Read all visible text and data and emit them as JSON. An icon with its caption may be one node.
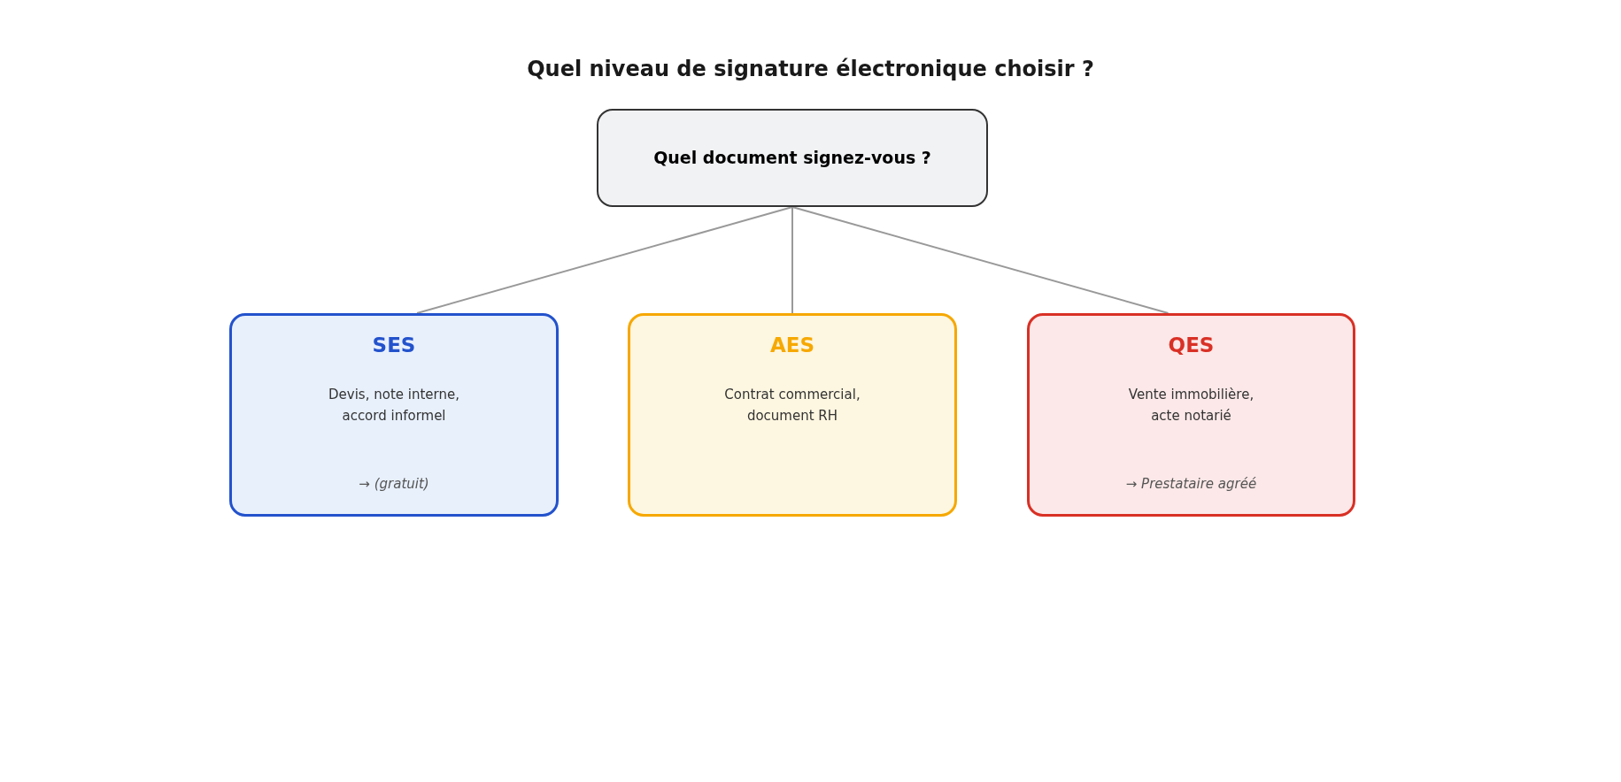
{
  "diagram": {
    "title": "Quel niveau de signature électronique choisir ?",
    "nodes": [
      {
        "text": [
          "Quel document signez-vous ?"
        ]
      },
      {
        "text": [
          "SES",
          "Devis, note interne, accord informel",
          "→ (gratuit)"
        ]
      },
      {
        "text": [
          "AES",
          "Contrat commercial, document RH"
        ]
      },
      {
        "text": [
          "QES",
          "Vente immobilière, acte notarié",
          "→ Prestataire agréé"
        ]
      }
    ],
    "edges": [
      {
        "from": 0,
        "to": 1,
        "arrow": "none"
      },
      {
        "from": 0,
        "to": 2,
        "arrow": "none"
      },
      {
        "from": 0,
        "to": 3,
        "arrow": "none"
      }
    ]
  }
}
